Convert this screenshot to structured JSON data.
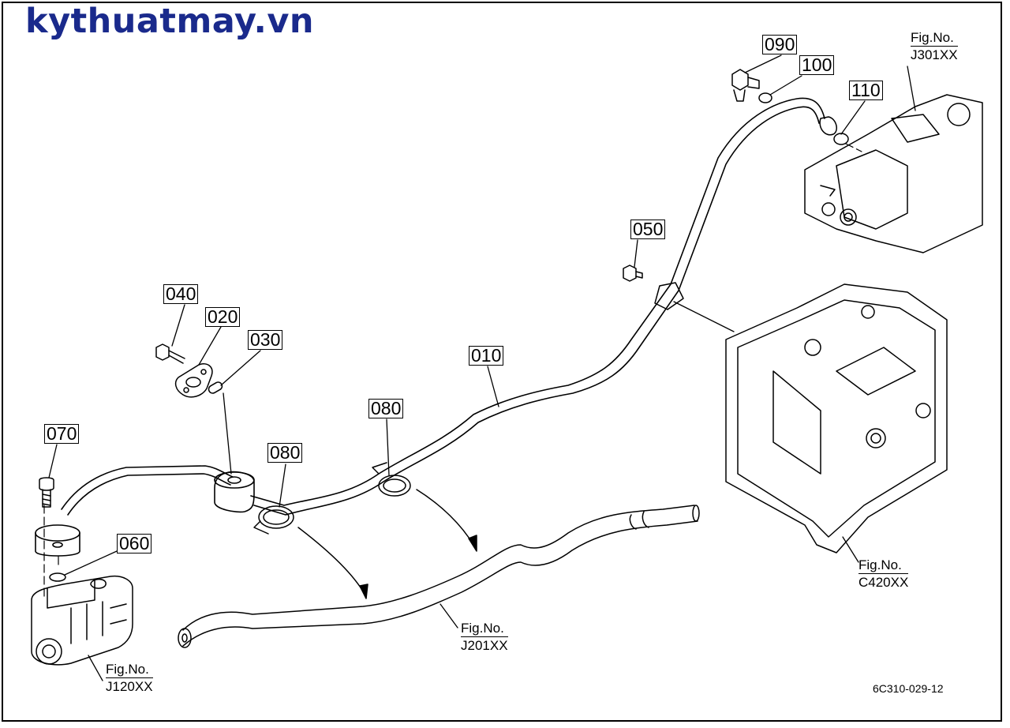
{
  "brand": "kythuatmay.vn",
  "drawing_number": "6C310-029-12",
  "callouts": {
    "p010": "010",
    "p020": "020",
    "p030": "030",
    "p040": "040",
    "p050": "050",
    "p060": "060",
    "p070": "070",
    "p080a": "080",
    "p080b": "080",
    "p090": "090",
    "p100": "100",
    "p110": "110"
  },
  "fig_refs": {
    "j301": {
      "label": "Fig.No.",
      "code": "J301XX"
    },
    "c420": {
      "label": "Fig.No.",
      "code": "C420XX"
    },
    "j201": {
      "label": "Fig.No.",
      "code": "J201XX"
    },
    "j120": {
      "label": "Fig.No.",
      "code": "J120XX"
    }
  },
  "colors": {
    "brand": "#1a2a8c",
    "line": "#000000",
    "background": "#ffffff"
  }
}
